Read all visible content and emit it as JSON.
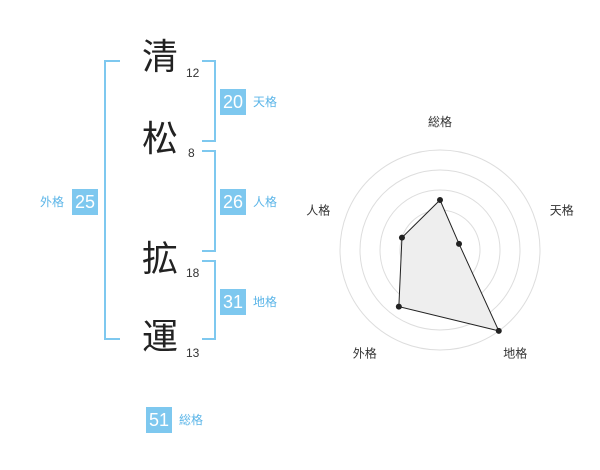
{
  "name_chars": [
    {
      "char": "清",
      "strokes": "12"
    },
    {
      "char": "松",
      "strokes": "8"
    },
    {
      "char": "拡",
      "strokes": "18"
    },
    {
      "char": "運",
      "strokes": "13"
    }
  ],
  "fortunes": {
    "tenkaku": {
      "value": "20",
      "label": "天格"
    },
    "jinkaku": {
      "value": "26",
      "label": "人格"
    },
    "chikaku": {
      "value": "31",
      "label": "地格"
    },
    "gaikaku": {
      "value": "25",
      "label": "外格"
    },
    "soukaku": {
      "value": "51",
      "label": "総格"
    }
  },
  "colors": {
    "accent": "#7ec8ef",
    "accent_text": "#5bb5e8",
    "polygon_fill": "#eeeeee"
  },
  "chart_data": {
    "type": "radar",
    "axes": [
      "総格",
      "天格",
      "地格",
      "外格",
      "人格"
    ],
    "values": [
      2.5,
      1.0,
      5.0,
      3.5,
      2.0
    ],
    "rmax": 5,
    "rings": 5
  }
}
